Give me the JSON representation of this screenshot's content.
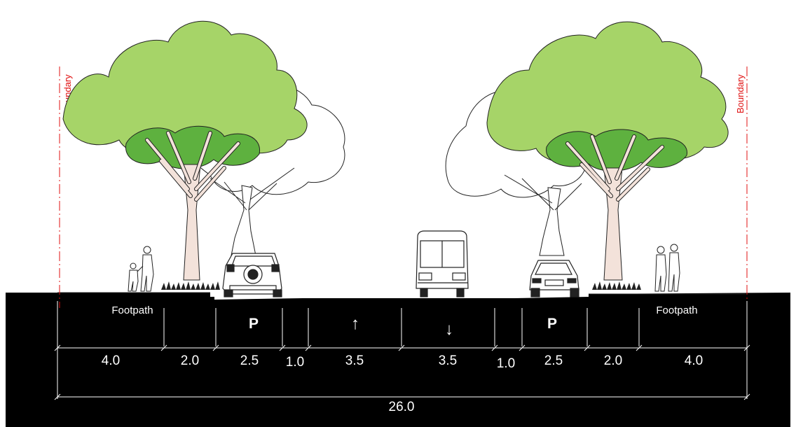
{
  "boundary": {
    "left_label": "Boundary",
    "right_label": "Boundary",
    "color": "#e01010"
  },
  "zones": [
    {
      "id": "footpath-left",
      "label": "Footpath"
    },
    {
      "id": "parking-left",
      "label": "P"
    },
    {
      "id": "lane-up",
      "label": "↑"
    },
    {
      "id": "lane-down",
      "label": "↓"
    },
    {
      "id": "parking-right",
      "label": "P"
    },
    {
      "id": "footpath-right",
      "label": "Footpath"
    }
  ],
  "widths": [
    "4.0",
    "2.0",
    "2.5",
    "1.0",
    "3.5",
    "3.5",
    "1.0",
    "2.5",
    "2.0",
    "4.0"
  ],
  "total_width": "26.0",
  "colors": {
    "ground": "#000000",
    "canopy_light": "#a6d468",
    "canopy_dark": "#5eb13f",
    "trunk": "#f3e2da",
    "dimension_text": "#ffffff"
  },
  "icons": [
    "tree-icon",
    "outline-tree-icon",
    "car-icon",
    "bus-icon",
    "pedestrian-icon"
  ]
}
